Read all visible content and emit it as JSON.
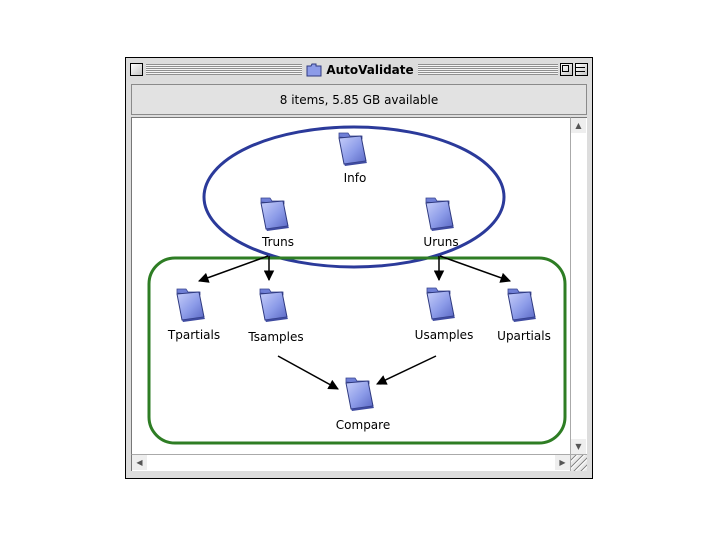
{
  "window": {
    "title": "AutoValidate",
    "status": "8 items, 5.85 GB available"
  },
  "folders": [
    {
      "id": "info",
      "label": "Info"
    },
    {
      "id": "truns",
      "label": "Truns"
    },
    {
      "id": "uruns",
      "label": "Uruns"
    },
    {
      "id": "tpartials",
      "label": "Tpartials"
    },
    {
      "id": "tsamples",
      "label": "Tsamples"
    },
    {
      "id": "usamples",
      "label": "Usamples"
    },
    {
      "id": "upartials",
      "label": "Upartials"
    },
    {
      "id": "compare",
      "label": "Compare"
    }
  ],
  "icons": {
    "folder": "folder-icon",
    "close": "close-box-icon",
    "zoom": "zoom-box-icon",
    "collapse": "collapse-box-icon"
  },
  "colors": {
    "folder_fill": "#8c9be8",
    "folder_dark": "#4f5fb8",
    "ellipse_blue": "#2b3a9a",
    "rect_green": "#2e7d24"
  }
}
